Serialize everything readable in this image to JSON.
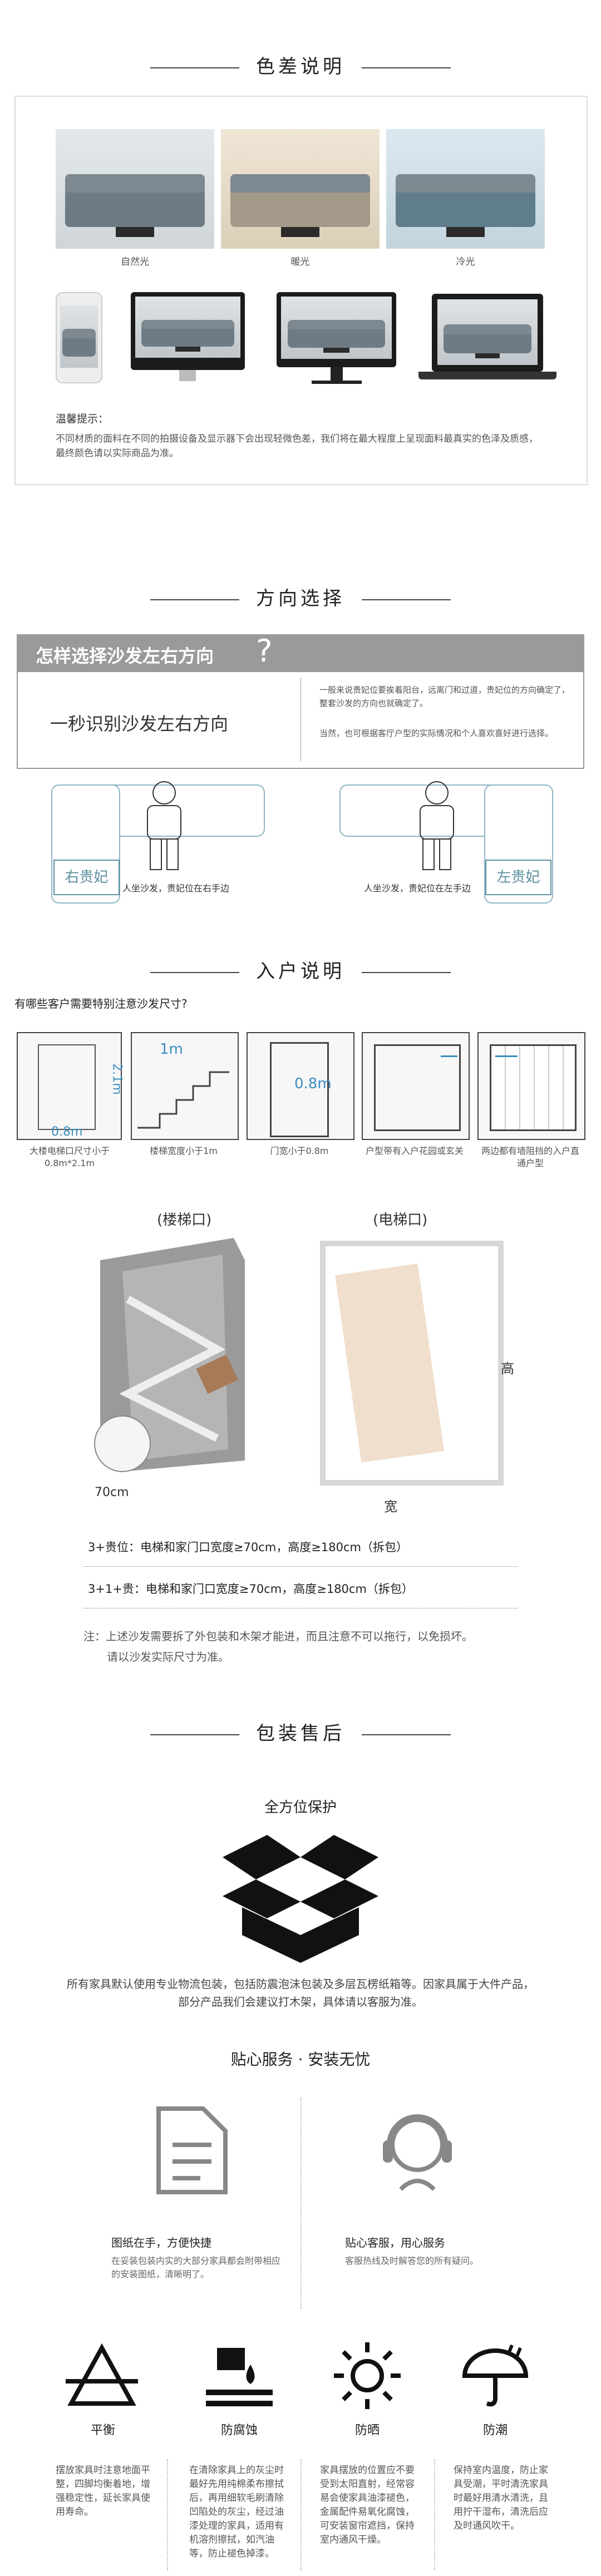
{
  "color_section": {
    "title": "色差说明",
    "photos": [
      {
        "caption": "自然光"
      },
      {
        "caption": "暖光"
      },
      {
        "caption": "冷光"
      }
    ],
    "tip_title": "温馨提示：",
    "tip_text": "不同材质的面料在不同的拍摄设备及显示器下会出现轻微色差，我们将在最大程度上呈现面料最真实的色泽及质感，最终颜色请以实际商品为准。"
  },
  "direction_section": {
    "title": "方向选择",
    "banner_title": "怎样选择沙发左右方向",
    "banner_q": "?",
    "left_text": "一秒识别沙发左右方向",
    "right_text_1": "一般来说贵妃位要挨着阳台，远离门和过道，贵妃位的方向确定了，整套沙发的方向也就确定了。",
    "right_text_2": "当然，也可根据客厅户型的实际情况和个人喜欢喜好进行选择。",
    "left_label": "右贵妃",
    "left_caption": "人坐沙发，贵妃位在右手边",
    "right_label": "左贵妃",
    "right_caption": "人坐沙发，贵妃位在左手边"
  },
  "entry_section": {
    "title": "入户说明",
    "question": "有哪些客户需要特别注意沙发尺寸?",
    "items": [
      {
        "dim1": "2.1m",
        "dim2": "0.8m",
        "caption": "大楼电梯口尺寸小于0.8m*2.1m"
      },
      {
        "dim1": "1m",
        "caption": "楼梯宽度小于1m"
      },
      {
        "dim1": "0.8m",
        "caption": "门宽小于0.8m"
      },
      {
        "caption": "户型带有入户花园或玄关"
      },
      {
        "caption": "两边都有墙阻挡的入户直通户型"
      }
    ],
    "stair_label": "(楼梯口)",
    "elevator_label": "(电梯口)",
    "stair_dim": "70cm",
    "height_label": "高",
    "width_label": "宽",
    "rule_1": "3+贵位：电梯和家门口宽度≥70cm，高度≥180cm（拆包）",
    "rule_2": "3+1+贵：电梯和家门口宽度≥70cm，高度≥180cm（拆包）",
    "note_1": "注：上述沙发需要拆了外包装和木架才能进，而且注意不可以拖行，以免损坏。",
    "note_2": "请以沙发实际尺寸为准。"
  },
  "packing_section": {
    "title": "包装售后",
    "sub_title": "全方位保护",
    "desc_1": "所有家具默认使用专业物流包装，包括防震泡沫包装及多层瓦楞纸箱等。因家具属于大件产品，",
    "desc_2": "部分产品我们会建议打木架，具体请以客服为准。"
  },
  "service_section": {
    "title": "贴心服务 · 安装无忧",
    "cards": [
      {
        "title": "图纸在手，方便快捷",
        "desc": "在妥装包装内实的大部分家具都会附带相应的安装图纸，清晰明了。"
      },
      {
        "title": "贴心客服，用心服务",
        "desc": "客服热线及时解答您的所有疑问。"
      }
    ]
  },
  "care_section": {
    "items": [
      {
        "title": "平衡",
        "desc": "摆放家具时注意地面平整，四脚均衡着地，增强稳定性，延长家具使用寿命。"
      },
      {
        "title": "防腐蚀",
        "desc": "在清除家具上的灰尘时最好先用纯棉柔布擦拭后，再用细软毛刷清除凹陷处的灰尘，经过油漆处理的家具，适用有机溶剂擦拭，如汽油等，防止褪色掉漆。"
      },
      {
        "title": "防晒",
        "desc": "家具摆放的位置应不要受到太阳直射，经常容易会使家具油漆褪色，金属配件易氧化腐蚀，可安装窗帘遮挡，保持室内通风干燥。"
      },
      {
        "title": "防潮",
        "desc": "保持室内温度，防止家具受潮，平时清洗家具时最好用清水清洗，且用拧干湿布，清洗后应及时通风吹干。"
      }
    ]
  }
}
